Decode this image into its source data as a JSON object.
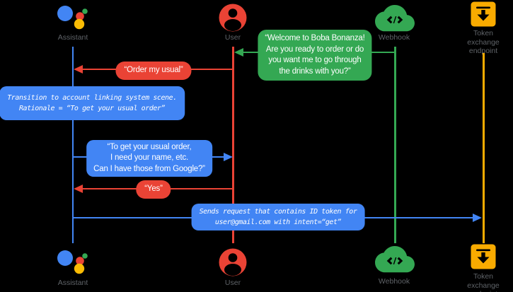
{
  "palette": {
    "blue": "#4285F4",
    "red": "#EA4335",
    "green": "#34A853",
    "yellow": "#F9AB00",
    "label_gray": "#5F6368",
    "background": "#000000"
  },
  "actors": [
    {
      "id": "assistant",
      "label": "Assistant",
      "icon": "google-assistant-icon",
      "color": "#4285F4"
    },
    {
      "id": "user",
      "label": "User",
      "icon": "user-icon",
      "color": "#EA4335"
    },
    {
      "id": "webhook",
      "label": "Webhook",
      "icon": "webhook-cloud-icon",
      "color": "#34A853"
    },
    {
      "id": "token_endpoint",
      "label": "Token exchange\nendpoint",
      "icon": "token-exchange-endpoint-icon",
      "color": "#F9AB00"
    }
  ],
  "messages": [
    {
      "id": "welcome",
      "kind": "speech-bubble",
      "from": "webhook",
      "to": "user",
      "color": "#34A853",
      "text": "“Welcome to Boba Bonanza!\nAre you ready to order or do\nyou want me to go through\nthe drinks with you?”"
    },
    {
      "id": "order_my_usual",
      "kind": "speech-bubble",
      "from": "user",
      "to": "assistant",
      "color": "#EA4335",
      "text": "“Order my usual”"
    },
    {
      "id": "transition_note",
      "kind": "system-note",
      "from": "assistant",
      "to": "assistant",
      "color": "#4285F4",
      "text": "Transition to account linking system scene.\nRationale = “To get your usual order”"
    },
    {
      "id": "ask_google",
      "kind": "speech-bubble",
      "from": "assistant",
      "to": "user",
      "color": "#4285F4",
      "text": "“To get your usual order,\nI need your name, etc.\nCan I have those from Google?”"
    },
    {
      "id": "yes",
      "kind": "speech-bubble",
      "from": "user",
      "to": "assistant",
      "color": "#EA4335",
      "text": "“Yes”"
    },
    {
      "id": "send_id_token",
      "kind": "system-note",
      "from": "assistant",
      "to": "token_endpoint",
      "color": "#4285F4",
      "text": "Sends request that contains ID token for\nuser@gmail.com with intent=“get”"
    }
  ]
}
